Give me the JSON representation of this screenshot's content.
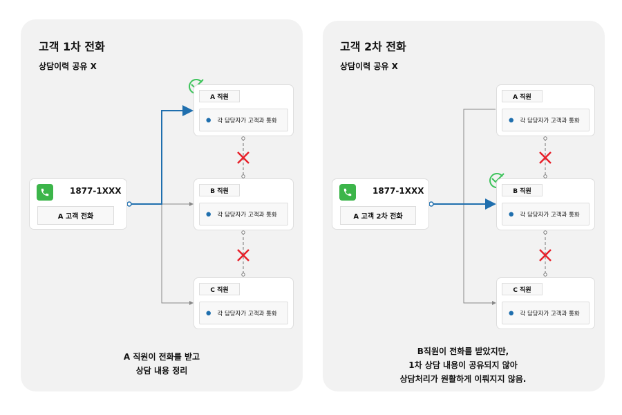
{
  "left": {
    "title": "고객 1차 전화",
    "subtitle": "상담이력 공유 X",
    "phone_number": "1877-1XXX",
    "call_label": "A 고객 전화",
    "staff": [
      {
        "name": "A 직원",
        "task": "각 담당자가 고객과 통화"
      },
      {
        "name": "B 직원",
        "task": "각 담당자가 고객과 통화"
      },
      {
        "name": "C 직원",
        "task": "각 담당자가 고객과 통화"
      }
    ],
    "caption": [
      "A 직원이 전화를 받고",
      "상담 내용 정리"
    ]
  },
  "right": {
    "title": "고객 2차 전화",
    "subtitle": "상담이력 공유 X",
    "phone_number": "1877-1XXX",
    "call_label": "A 고객 2차 전화",
    "staff": [
      {
        "name": "A 직원",
        "task": "각 담당자가 고객과 통화"
      },
      {
        "name": "B 직원",
        "task": "각 담당자가 고객과 통화"
      },
      {
        "name": "C 직원",
        "task": "각 담당자가 고객과 통화"
      }
    ],
    "caption": [
      "B직원이 전화를 받았지만,",
      "1차 상담 내용이 공유되지 않아",
      "상담처리가 원활하게 이뤄지지 않음."
    ]
  },
  "colors": {
    "accent": "#1f6fae",
    "check": "#3cc35a",
    "cross": "#e8202a",
    "phone": "#3cb54a"
  }
}
